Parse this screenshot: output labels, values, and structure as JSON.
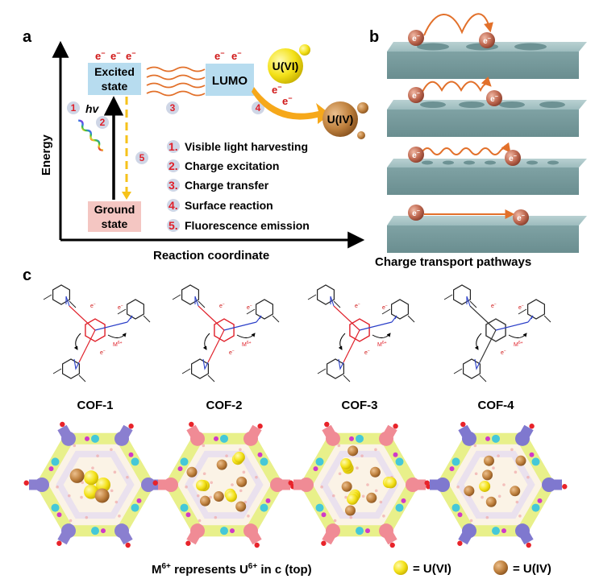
{
  "panel_a": {
    "label": "a",
    "y_axis": "Energy",
    "x_axis": "Reaction coordinate",
    "excited_state": [
      "Excited",
      "state"
    ],
    "ground_state": [
      "Ground",
      "state"
    ],
    "lumo": "LUMO",
    "hv": "hv",
    "electron": "e",
    "electron_sup": "−",
    "u6": "U(VI)",
    "u4": "U(IV)",
    "step_numbers": [
      "1",
      "2",
      "3",
      "4",
      "5"
    ],
    "legend": [
      {
        "num": "1.",
        "text": "Visible light harvesting"
      },
      {
        "num": "2.",
        "text": "Charge excitation"
      },
      {
        "num": "3.",
        "text": "Charge transfer"
      },
      {
        "num": "4.",
        "text": "Surface reaction"
      },
      {
        "num": "5.",
        "text": "Fluorescence emission"
      }
    ]
  },
  "panel_b": {
    "label": "b",
    "caption": "Charge transport pathways",
    "electron": "e",
    "electron_sup": "−"
  },
  "panel_c": {
    "label": "c",
    "structures": [
      "COF-1",
      "COF-2",
      "COF-3",
      "COF-4"
    ],
    "metal": "M",
    "metal_sup": "6+",
    "footer_note": "M6+ represents U6+ in c (top)",
    "footer_note_parts": {
      "m": "M",
      "sup": "6+",
      "rest": " represents U",
      "sup2": "6+",
      "tail": " in c (top)"
    },
    "legend_u6": "= U(VI)",
    "legend_u4": "= U(IV)"
  },
  "colors": {
    "excited_box": "#b7dcef",
    "ground_box": "#f4c6c2",
    "step_circle": "#cfd6e6",
    "step_num": "#e0202a",
    "arrow_orange": "#f39a2b",
    "dashed_yellow": "#f6c21a",
    "u6_yellow": "#f4e21a",
    "u4_brown": "#c0823f",
    "slab_teal": "#8fb1b3",
    "electron_ball": "#c06a52",
    "bond_red": "#e0202a",
    "bond_blue": "#2b3fc8"
  }
}
